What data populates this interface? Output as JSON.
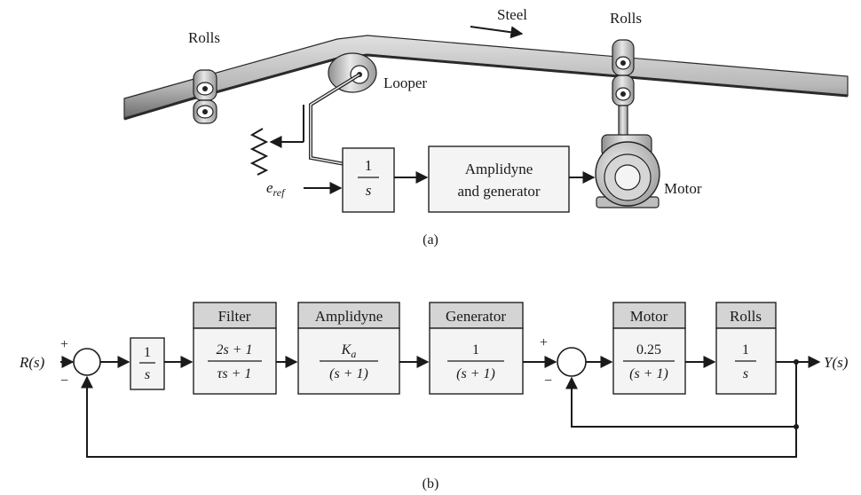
{
  "part_a": {
    "rolls_left": "Rolls",
    "rolls_right": "Rolls",
    "steel": "Steel",
    "looper": "Looper",
    "motor": "Motor",
    "integrator_num": "1",
    "integrator_den": "s",
    "amplidyne_line1": "Amplidyne",
    "amplidyne_line2": "and generator",
    "eref_main": "e",
    "eref_sub": "ref",
    "caption": "(a)"
  },
  "part_b": {
    "input": "R(s)",
    "output": "Y(s)",
    "plus1": "+",
    "minus1": "−",
    "plus2": "+",
    "minus2": "−",
    "integrator_num": "1",
    "integrator_den": "s",
    "filter_title": "Filter",
    "filter_num": "2s + 1",
    "filter_den": "τs + 1",
    "amplidyne_title": "Amplidyne",
    "amplidyne_num_main": "K",
    "amplidyne_num_sub": "a",
    "amplidyne_den": "(s + 1)",
    "generator_title": "Generator",
    "generator_num": "1",
    "generator_den": "(s + 1)",
    "motor_title": "Motor",
    "motor_num": "0.25",
    "motor_den": "(s + 1)",
    "rolls_title": "Rolls",
    "rolls_num": "1",
    "rolls_den": "s",
    "caption": "(b)"
  }
}
